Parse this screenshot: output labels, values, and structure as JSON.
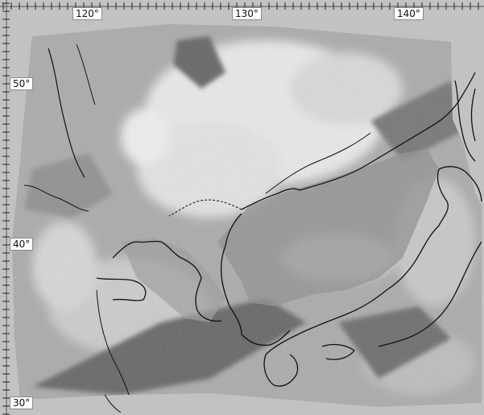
{
  "map": {
    "longitude_labels": [
      "120°",
      "130°",
      "140°"
    ],
    "latitude_labels": [
      "50°",
      "40°",
      "30°"
    ],
    "colors": {
      "frame_background": "#c2c2c2",
      "label_background": "#ffffff",
      "coastline": "#111111",
      "cloud_bright": "#f2f2f2",
      "sea_dark": "#7a7a7a",
      "ticks": "#222222"
    }
  }
}
